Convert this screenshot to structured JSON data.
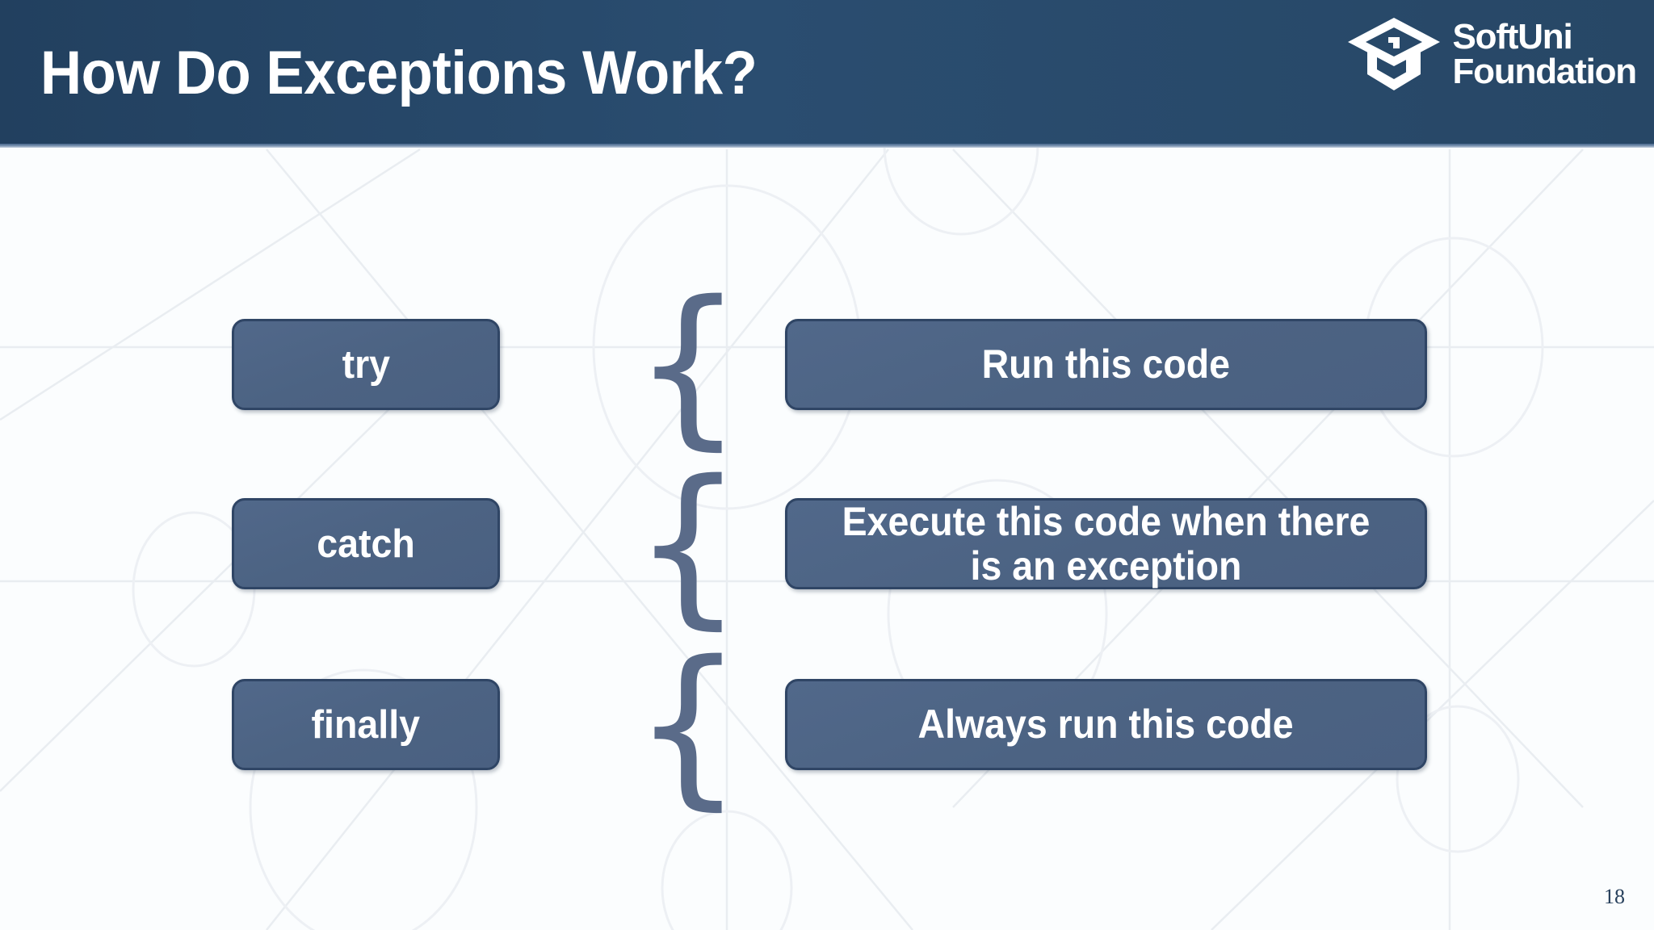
{
  "slide": {
    "title": "How Do Exceptions Work?",
    "page_number": "18",
    "colors": {
      "header_band": "#254668",
      "box_fill": "#4c6383",
      "box_border": "#2f4565",
      "brace": "#5a6b89",
      "background": "#fbfdfe",
      "title_text": "#ffffff",
      "page_number_text": "#27405c"
    }
  },
  "brand": {
    "icon": "graduation-cap-icon",
    "line1": "SoftUni",
    "line2": "Foundation"
  },
  "diagram": {
    "brace_glyph": "{",
    "rows": [
      {
        "keyword": "try",
        "description": "Run this code"
      },
      {
        "keyword": "catch",
        "description": "Execute this code when there is an exception"
      },
      {
        "keyword": "finally",
        "description": "Always run this code"
      }
    ]
  }
}
